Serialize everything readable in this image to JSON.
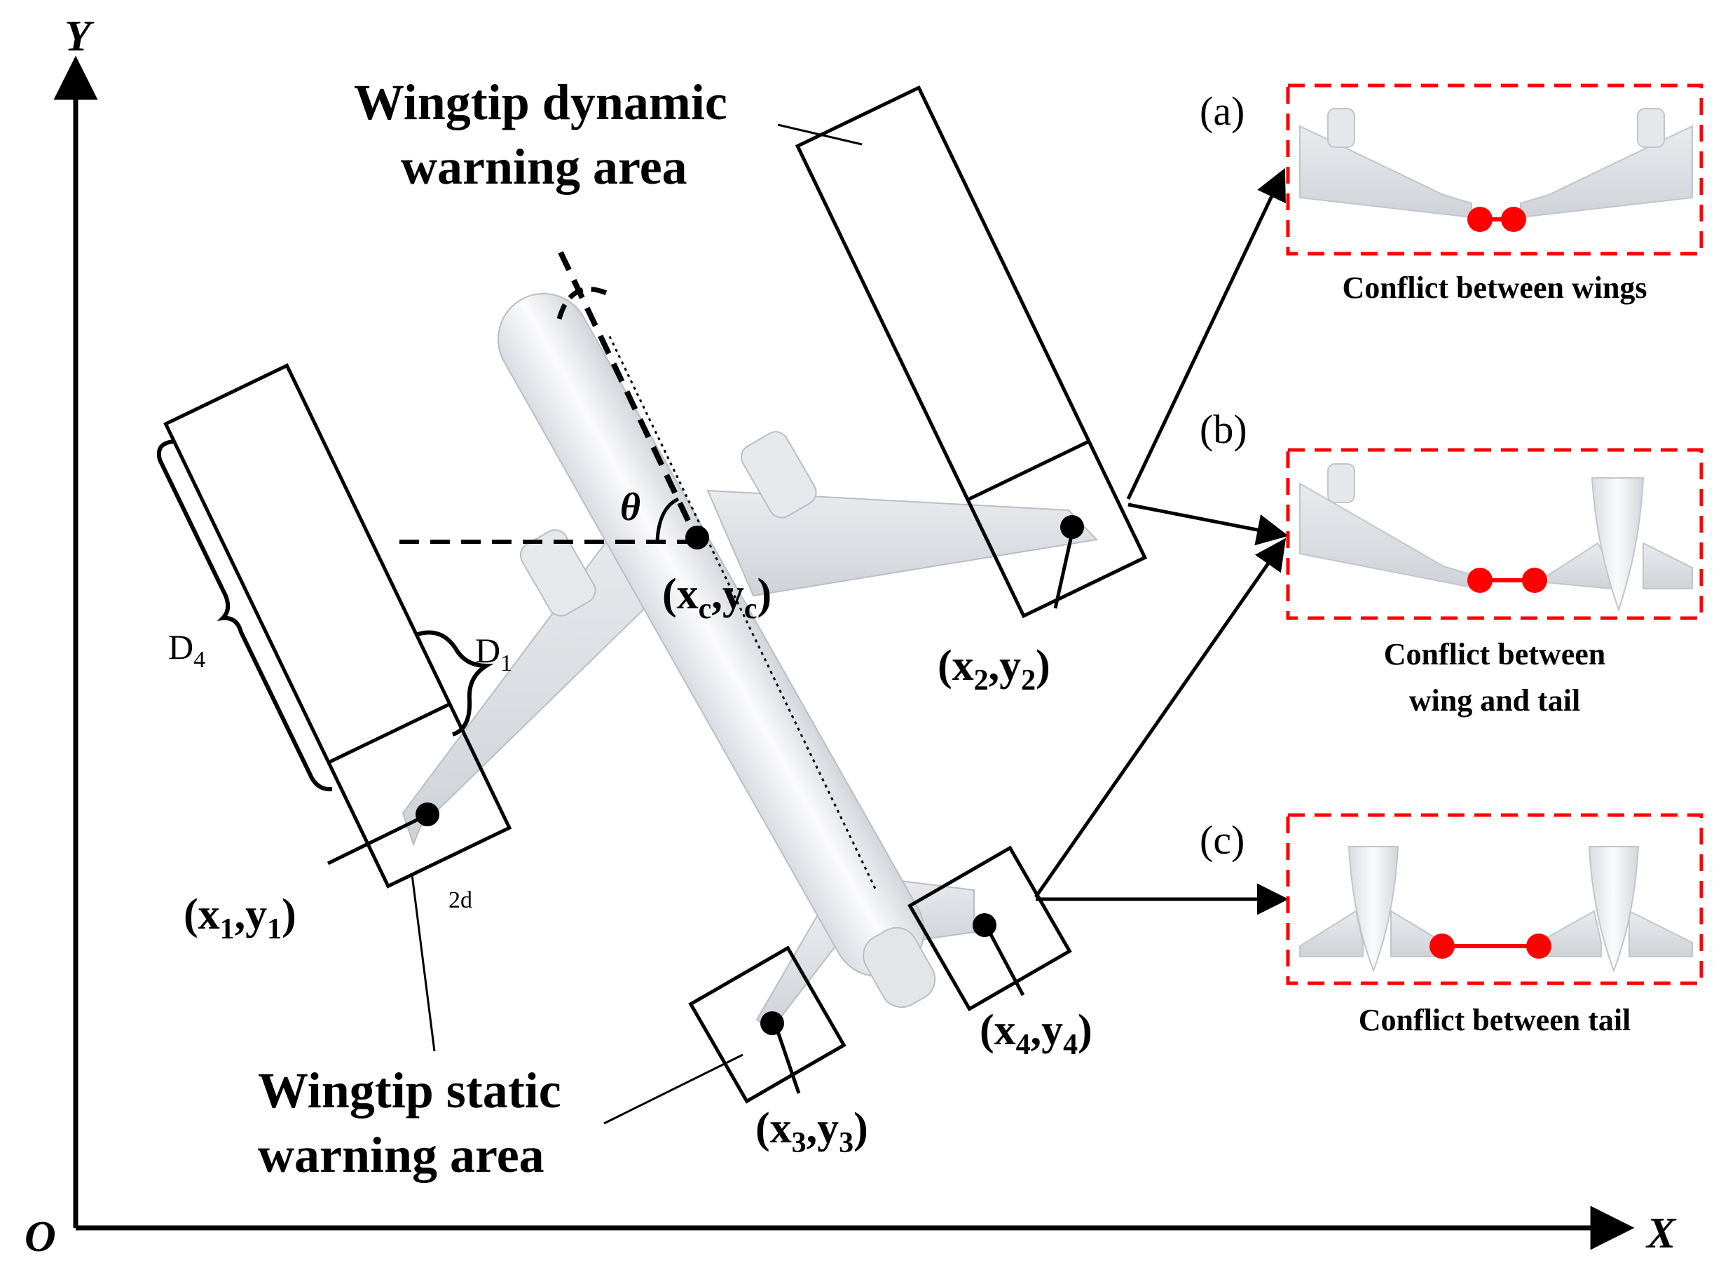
{
  "axes": {
    "y_label": "Y",
    "x_label": "X",
    "origin_label": "O"
  },
  "labels": {
    "dynamic_area_line1": "Wingtip dynamic",
    "dynamic_area_line2": "warning area",
    "static_area_line1": "Wingtip static",
    "static_area_line2": "warning area",
    "theta": "θ",
    "d4": "D",
    "d4_sub": "4",
    "d1": "D",
    "d1_sub": "1",
    "two_d": "2d"
  },
  "points": {
    "center": {
      "x": "x",
      "xs": "c",
      "y": "y",
      "ys": "c"
    },
    "p1": {
      "x": "x",
      "xs": "1",
      "y": "y",
      "ys": "1"
    },
    "p2": {
      "x": "x",
      "xs": "2",
      "y": "y",
      "ys": "2"
    },
    "p3": {
      "x": "x",
      "xs": "3",
      "y": "y",
      "ys": "3"
    },
    "p4": {
      "x": "x",
      "xs": "4",
      "y": "y",
      "ys": "4"
    }
  },
  "panels": {
    "a": {
      "tag": "(a)",
      "caption": "Conflict between wings"
    },
    "b": {
      "tag": "(b)",
      "caption_line1": "Conflict between",
      "caption_line2": "wing and tail"
    },
    "c": {
      "tag": "(c)",
      "caption": "Conflict between tail"
    }
  },
  "colors": {
    "line": "#000000",
    "conflict": "#ff0000",
    "plane_body": "#f2f3f5",
    "plane_shade": "#cfd3d8"
  }
}
